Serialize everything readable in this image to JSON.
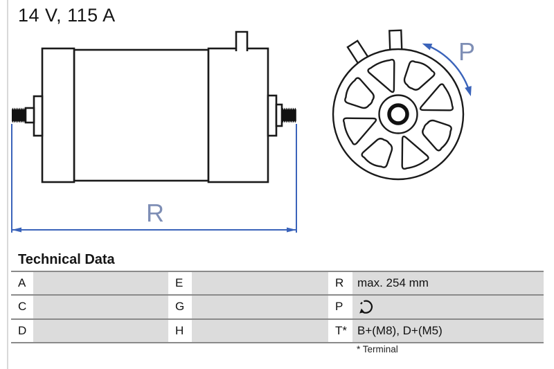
{
  "header": {
    "title": "14 V, 115 A"
  },
  "drawing": {
    "r_dimension_label": "R",
    "p_rotation_label": "P"
  },
  "technical_data": {
    "heading": "Technical Data",
    "rows": [
      {
        "label1": "A",
        "value1": "",
        "label2": "E",
        "value2": "",
        "label3": "R",
        "value3": "max. 254 mm"
      },
      {
        "label1": "C",
        "value1": "",
        "label2": "G",
        "value2": "",
        "label3": "P",
        "value3": "",
        "value3_icon": "rotation-direction-icon"
      },
      {
        "label1": "D",
        "value1": "",
        "label2": "H",
        "value2": "",
        "label3": "T*",
        "value3": "B+(M8), D+(M5)"
      }
    ],
    "footnote": "* Terminal"
  },
  "colors": {
    "line_black": "#1a1a1a",
    "dimension_blue": "#3a63ba",
    "label_blue": "#7e8eb5",
    "cell_gray": "#dcdcdc",
    "separator_gray": "#8a8a8a"
  }
}
